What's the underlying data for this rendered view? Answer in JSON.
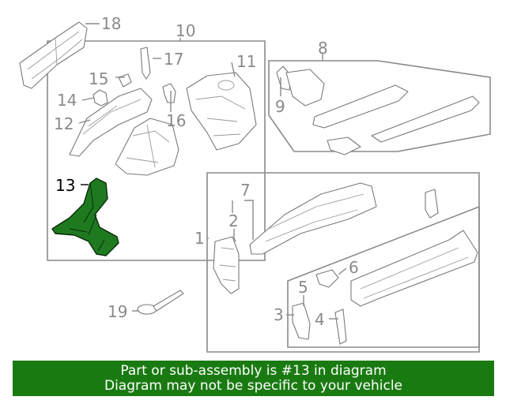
{
  "callouts": {
    "c1": "1",
    "c2": "2",
    "c3": "3",
    "c4": "4",
    "c5": "5",
    "c6": "6",
    "c7": "7",
    "c8": "8",
    "c9": "9",
    "c10": "10",
    "c11": "11",
    "c12": "12",
    "c13": "13",
    "c14": "14",
    "c15": "15",
    "c16": "16",
    "c17": "17",
    "c18": "18",
    "c19": "19"
  },
  "highlighted_part": "13",
  "colors": {
    "highlight_fill": "#1f7a1f",
    "banner_bg": "#1a7a12",
    "line_gray": "#8a8a8a"
  },
  "banner": {
    "line1": "Part or sub-assembly is #13 in diagram",
    "line2": "Diagram may not be specific to your vehicle"
  }
}
